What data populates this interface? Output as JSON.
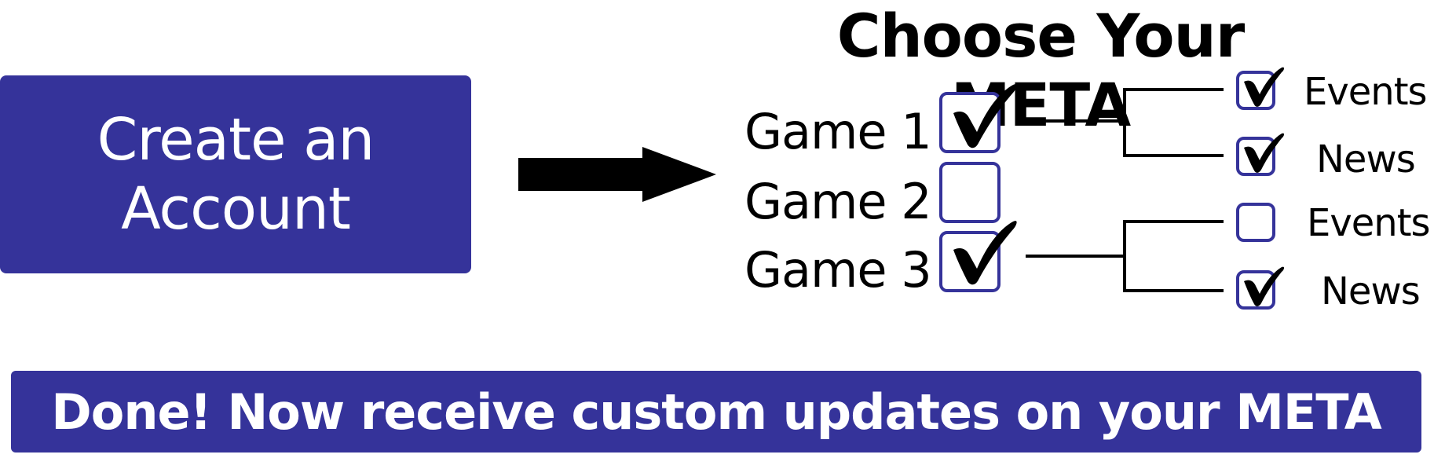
{
  "create_account": {
    "label": "Create an\nAccount"
  },
  "title": "Choose Your META",
  "games": [
    {
      "label": "Game 1",
      "checked": true
    },
    {
      "label": "Game 2",
      "checked": false
    },
    {
      "label": "Game 3",
      "checked": true
    }
  ],
  "subscriptions": [
    {
      "label": "Events",
      "checked": true
    },
    {
      "label": "News",
      "checked": true
    },
    {
      "label": "Events",
      "checked": false
    },
    {
      "label": "News",
      "checked": true
    }
  ],
  "done_banner": "Done! Now receive custom updates on your META",
  "colors": {
    "accent": "#35339a",
    "text": "#000000",
    "on_accent": "#ffffff"
  }
}
